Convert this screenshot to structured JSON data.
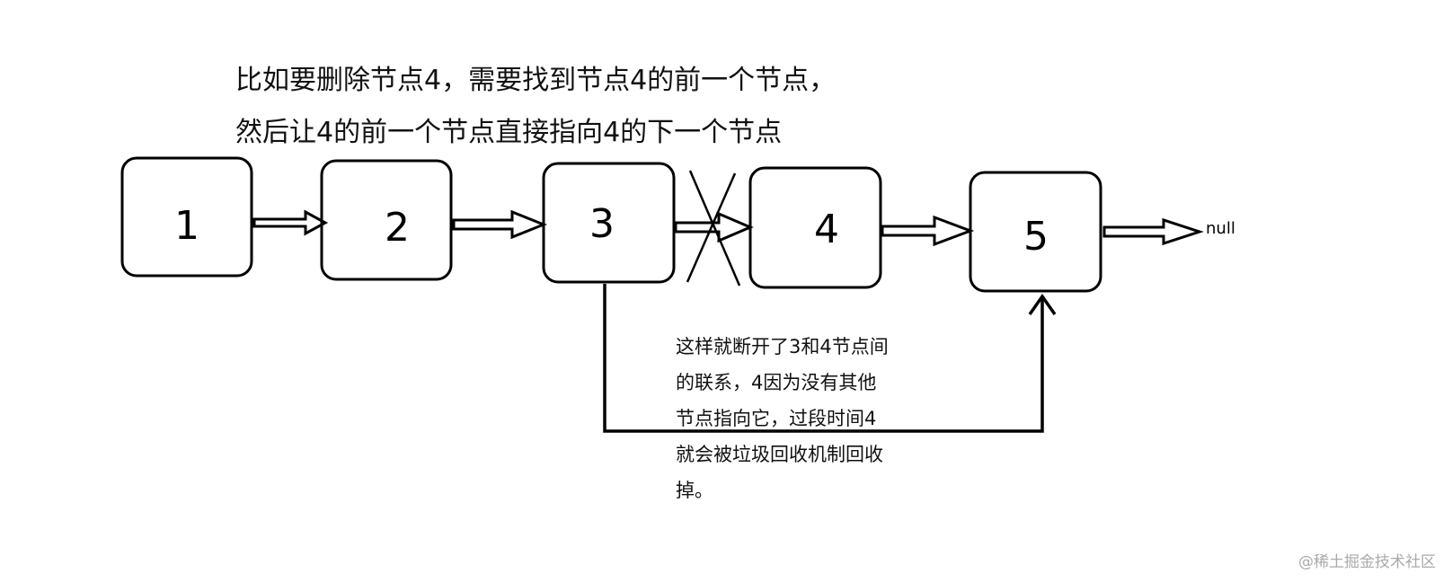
{
  "title_lines": [
    "比如要删除节点4，需要找到节点4的前一个节点，",
    "然后让4的前一个节点直接指向4的下一个节点"
  ],
  "nodes": [
    "1",
    "2",
    "3",
    "4",
    "5"
  ],
  "tail_label": "null",
  "note_lines": [
    "这样就断开了3和4节点间",
    "的联系，4因为没有其他",
    "节点指向它，过段时间4",
    "就会被垃圾回收机制回收",
    "掉。"
  ],
  "watermark": "@稀土掘金技术社区"
}
